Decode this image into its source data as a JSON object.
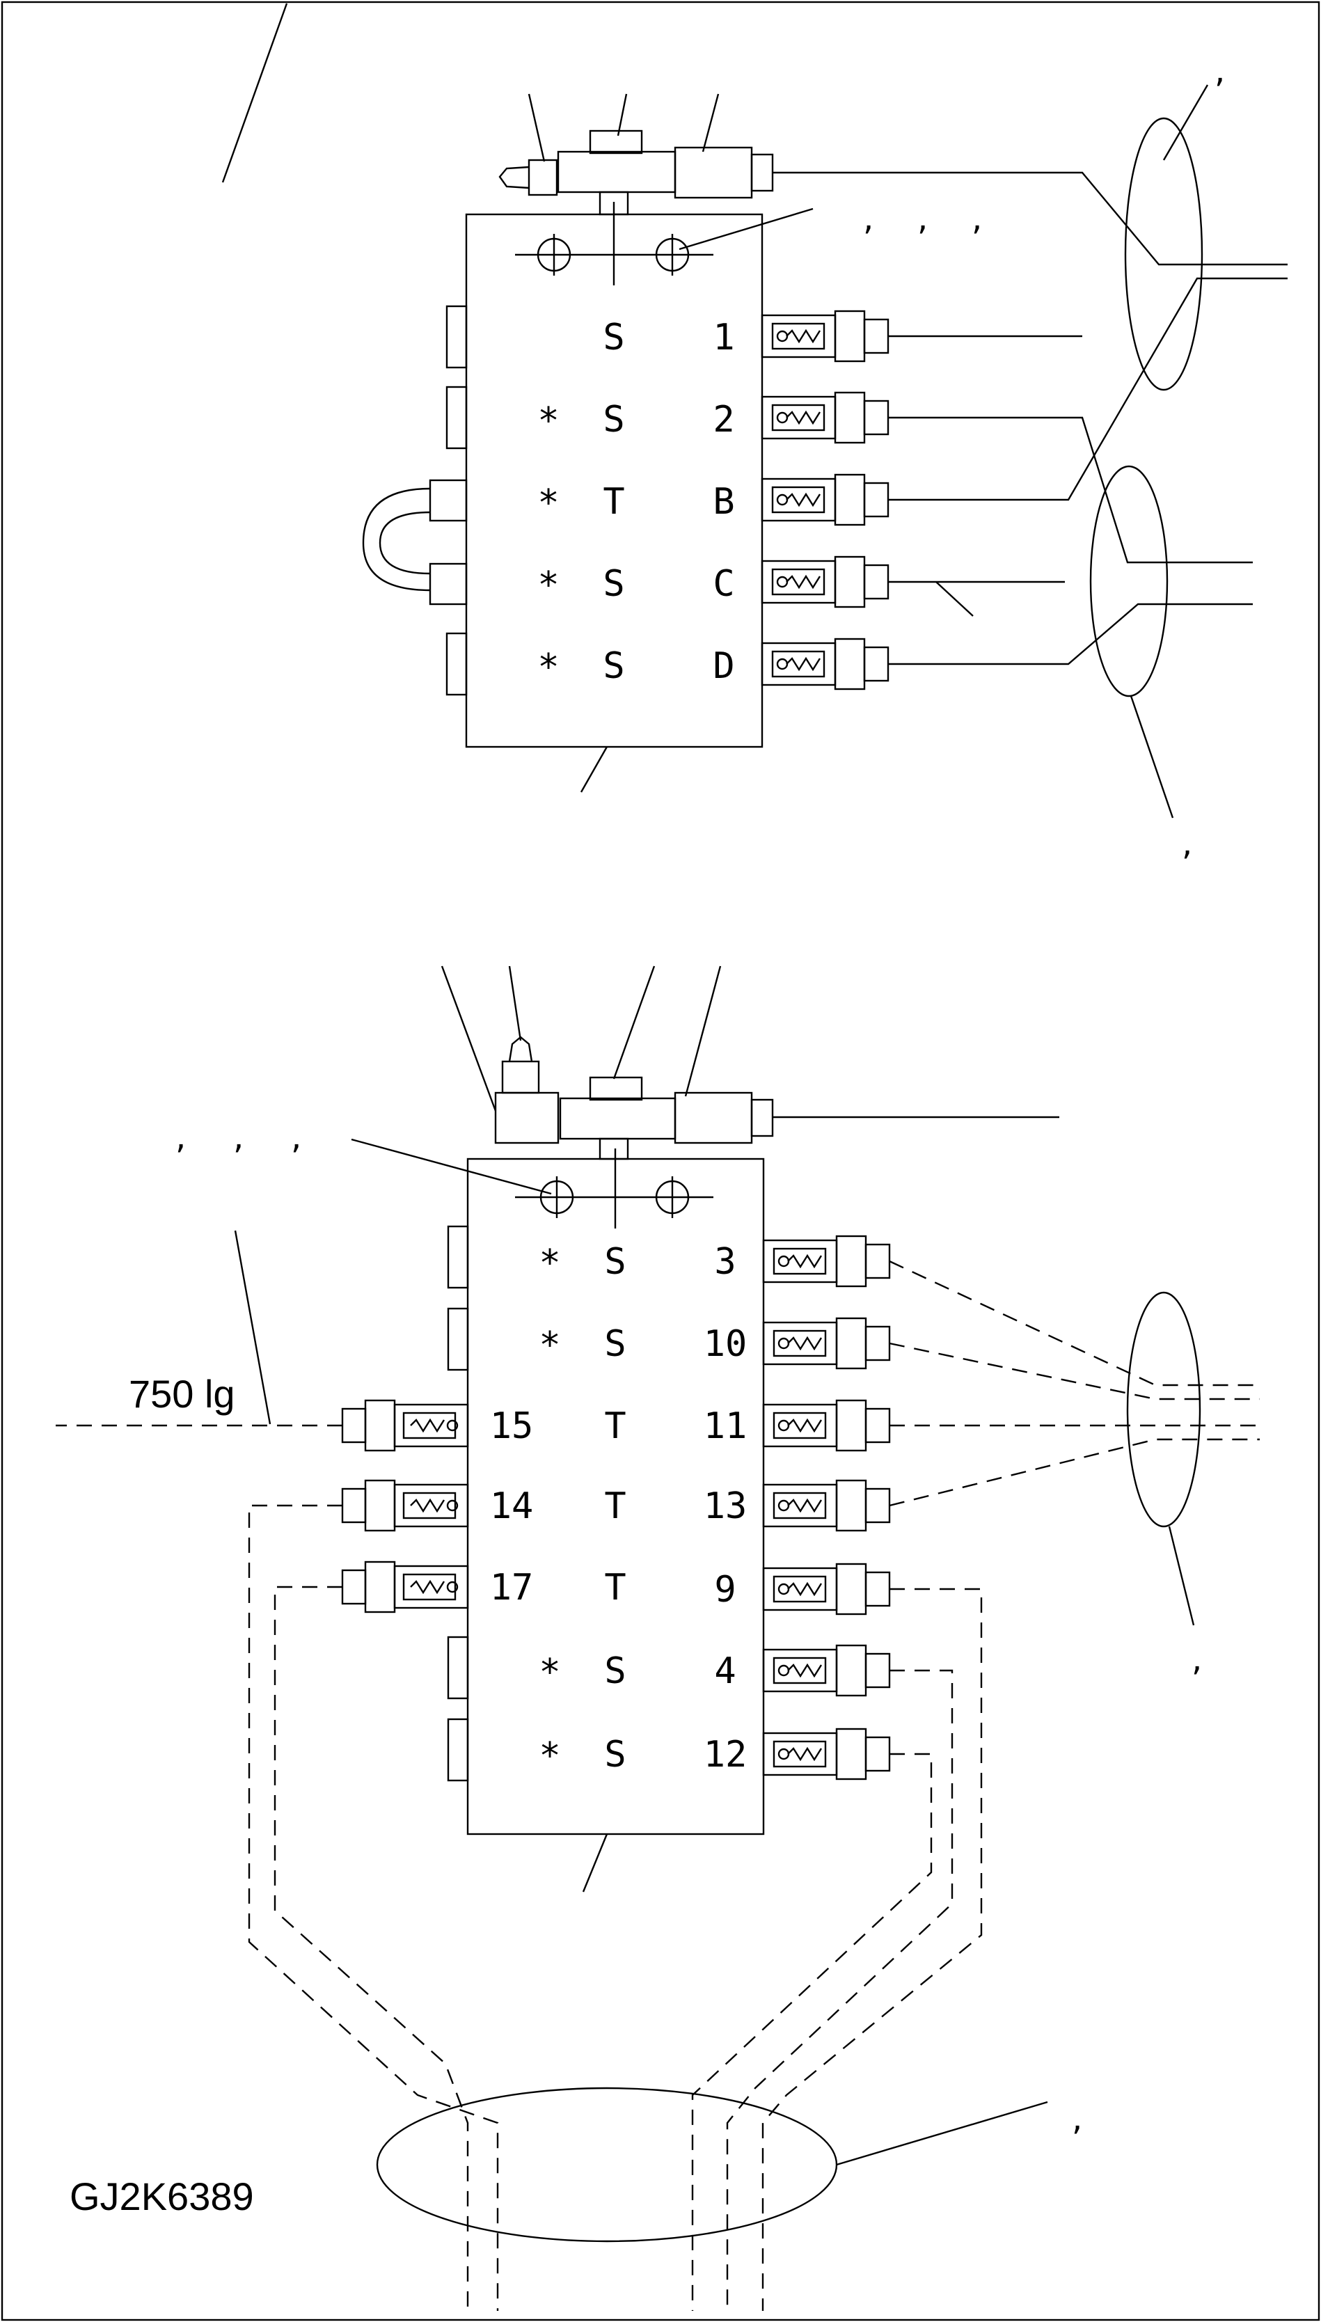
{
  "drawing": {
    "code": "GJ2K6389",
    "weight_label": "750 lg",
    "comma": ","
  },
  "block_a": {
    "left_marks": [
      "",
      "*",
      "*",
      "*",
      "*"
    ],
    "center_marks": [
      "S",
      "S",
      "T",
      "S",
      "S"
    ],
    "right_labels": [
      "1",
      "2",
      "B",
      "C",
      "D"
    ]
  },
  "block_b": {
    "left_marks": [
      "*",
      "*",
      "15",
      "14",
      "17",
      "*",
      "*"
    ],
    "center_marks": [
      "S",
      "S",
      "T",
      "T",
      "T",
      "S",
      "S"
    ],
    "right_labels": [
      "3",
      "10",
      "11",
      "13",
      "9",
      "4",
      "12"
    ]
  }
}
